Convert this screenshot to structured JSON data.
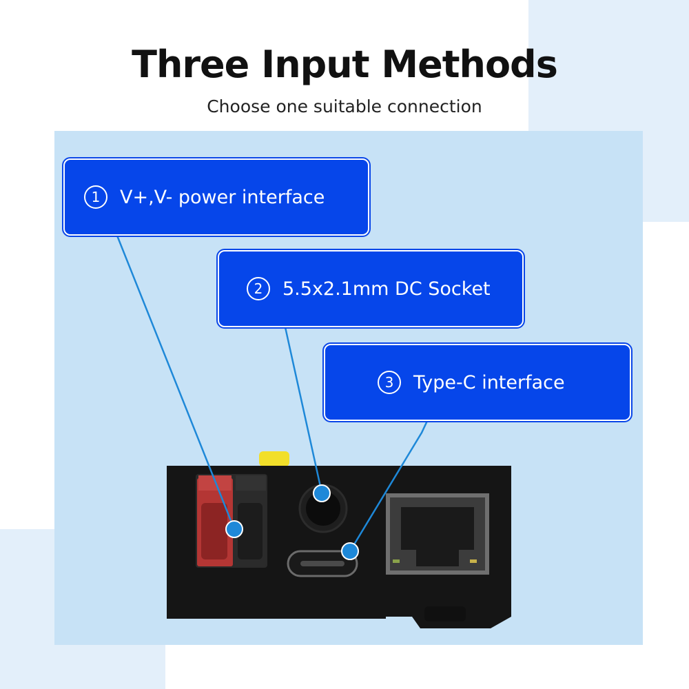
{
  "header": {
    "title": "Three Input Methods",
    "subtitle": "Choose one suitable connection"
  },
  "callouts": [
    {
      "number": "1",
      "label": "V+,V- power interface"
    },
    {
      "number": "2",
      "label": "5.5x2.1mm DC Socket"
    },
    {
      "number": "3",
      "label": "Type-C interface"
    }
  ],
  "colors": {
    "callout_fill": "#0646ea",
    "leader_line": "#1e88d8",
    "panel_bg": "#c7e2f6",
    "terminal_red": "#b83a38"
  }
}
